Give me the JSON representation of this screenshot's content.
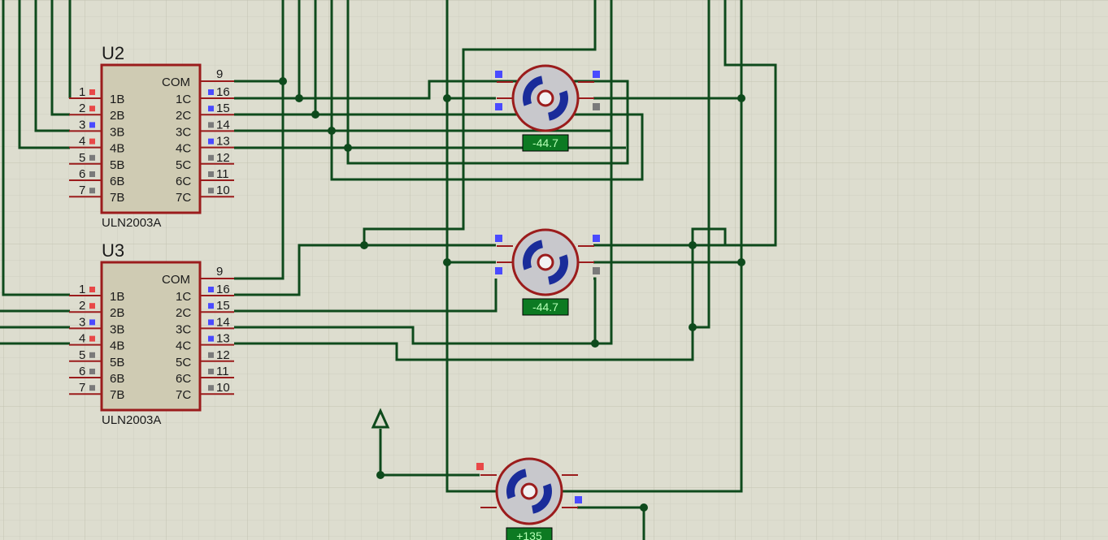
{
  "colors": {
    "background": "#ddddcf",
    "grid_minor": "#cfcfc0",
    "grid_major": "#c2c2b2",
    "wire": "#0e4a1c",
    "ic_body": "#cfcbb3",
    "ic_border": "#9b1c1c",
    "pin_line": "#9b1c1c",
    "pin_red": "#e84848",
    "pin_blue": "#4a4aff",
    "pin_gray": "#7a7a7a",
    "motor_fill": "#c8c8cc",
    "motor_arc": "#1a2c9a",
    "readout_bg": "#0c7a22",
    "readout_text": "#b5ffb5"
  },
  "chips": [
    {
      "ref": "U2",
      "part": "ULN2003A",
      "com_label": "COM",
      "com_pin": "9",
      "inputs": [
        {
          "num": "1",
          "name": "1B",
          "state": "red"
        },
        {
          "num": "2",
          "name": "2B",
          "state": "red"
        },
        {
          "num": "3",
          "name": "3B",
          "state": "blue"
        },
        {
          "num": "4",
          "name": "4B",
          "state": "red"
        },
        {
          "num": "5",
          "name": "5B",
          "state": "gray"
        },
        {
          "num": "6",
          "name": "6B",
          "state": "gray"
        },
        {
          "num": "7",
          "name": "7B",
          "state": "gray"
        }
      ],
      "outputs": [
        {
          "num": "16",
          "name": "1C",
          "state": "blue"
        },
        {
          "num": "15",
          "name": "2C",
          "state": "blue"
        },
        {
          "num": "14",
          "name": "3C",
          "state": "gray"
        },
        {
          "num": "13",
          "name": "4C",
          "state": "blue"
        },
        {
          "num": "12",
          "name": "5C",
          "state": "gray"
        },
        {
          "num": "11",
          "name": "6C",
          "state": "gray"
        },
        {
          "num": "10",
          "name": "7C",
          "state": "gray"
        }
      ]
    },
    {
      "ref": "U3",
      "part": "ULN2003A",
      "com_label": "COM",
      "com_pin": "9",
      "inputs": [
        {
          "num": "1",
          "name": "1B",
          "state": "red"
        },
        {
          "num": "2",
          "name": "2B",
          "state": "red"
        },
        {
          "num": "3",
          "name": "3B",
          "state": "blue"
        },
        {
          "num": "4",
          "name": "4B",
          "state": "red"
        },
        {
          "num": "5",
          "name": "5B",
          "state": "gray"
        },
        {
          "num": "6",
          "name": "6B",
          "state": "gray"
        },
        {
          "num": "7",
          "name": "7B",
          "state": "gray"
        }
      ],
      "outputs": [
        {
          "num": "16",
          "name": "1C",
          "state": "blue"
        },
        {
          "num": "15",
          "name": "2C",
          "state": "blue"
        },
        {
          "num": "14",
          "name": "3C",
          "state": "blue"
        },
        {
          "num": "13",
          "name": "4C",
          "state": "blue"
        },
        {
          "num": "12",
          "name": "5C",
          "state": "gray"
        },
        {
          "num": "11",
          "name": "6C",
          "state": "gray"
        },
        {
          "num": "10",
          "name": "7C",
          "state": "gray"
        }
      ]
    }
  ],
  "motors": [
    {
      "name": "stepper-motor-1",
      "readout": "-44.7",
      "pins": [
        "blue",
        "blue",
        "blue",
        "gray"
      ]
    },
    {
      "name": "stepper-motor-2",
      "readout": "-44.7",
      "pins": [
        "blue",
        "blue",
        "blue",
        "gray"
      ]
    },
    {
      "name": "stepper-motor-3",
      "readout": "+135",
      "pins": [
        "red",
        "blue"
      ]
    }
  ],
  "power_terminal": {
    "icon": "power-terminal-arrow-icon"
  }
}
